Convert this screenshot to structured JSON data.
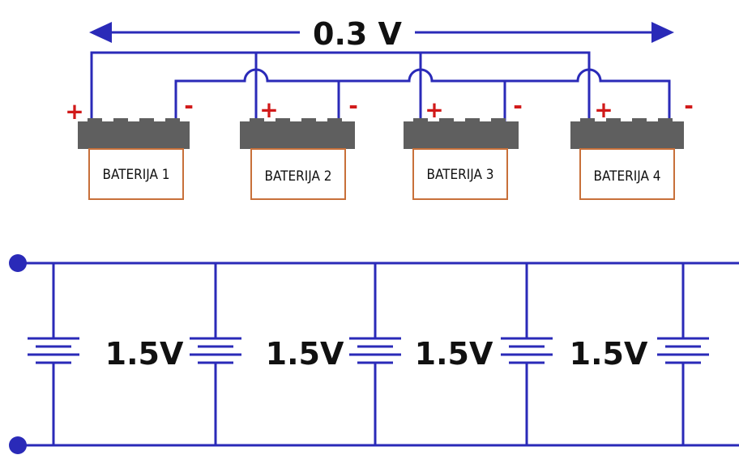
{
  "total_voltage": "0.3 V",
  "batteries": [
    {
      "label": "BATERIJA 1",
      "plus": "+",
      "minus": "-"
    },
    {
      "label": "BATERIJA 2",
      "plus": "+",
      "minus": "-"
    },
    {
      "label": "BATERIJA 3",
      "plus": "+",
      "minus": "-"
    },
    {
      "label": "BATERIJA 4",
      "plus": "+",
      "minus": "-"
    }
  ],
  "cell_voltages": [
    "1.5V",
    "1.5V",
    "1.5V",
    "1.5V"
  ],
  "colors": {
    "wire": "#2a2ab8",
    "polarity": "#d11a1a",
    "battery_body": "#5f5f5f",
    "label_border": "#c8703a"
  }
}
